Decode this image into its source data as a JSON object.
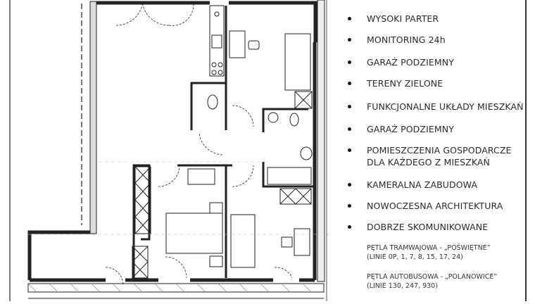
{
  "features": [
    {
      "label": "WYSOKI PARTER"
    },
    {
      "label": "MONITORING 24h"
    },
    {
      "label": "GARAŻ PODZIEMNY"
    },
    {
      "label": "TERENY ZIELONE"
    },
    {
      "label": "FUNKCJONALNE UKŁADY MIESZKAŃ"
    },
    {
      "label": "GARAŻ PODZIEMNY"
    },
    {
      "label": "POMIESZCZENIA GOSPODARCZE",
      "label2": "DLA KAŻDEGO Z MIESZKAŃ"
    },
    {
      "label": "KAMERALNA ZABUDOWA"
    },
    {
      "label": "NOWOCZESNA ARCHITEKTURA"
    },
    {
      "label": "DOBRZE SKOMUNIKOWANE"
    }
  ],
  "transit": [
    {
      "line1": "PĘTLA TRAMWAJOWA - „POŚWIĘTNE”",
      "line2": "(LINIE 0P, 1, 7, 8, 15, 17, 24)"
    },
    {
      "line1": "PĘTLA AUTOBUSOWA - „POLANOWICE”",
      "line2": "(LINIE 130, 247, 930)"
    }
  ],
  "colors": {
    "wall": "#222222",
    "text": "#2a2a2a",
    "background": "#ffffff"
  }
}
